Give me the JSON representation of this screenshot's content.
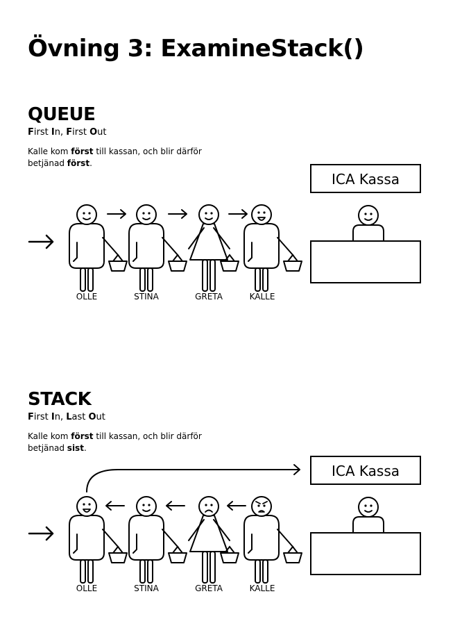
{
  "title": "Övning 3: ExamineStack()",
  "queue": {
    "heading": "QUEUE",
    "subtitle": {
      "w1": "F",
      "w1rest": "irst ",
      "w2": "I",
      "w2rest": "n, ",
      "w3": "F",
      "w3rest": "irst ",
      "w4": "O",
      "w4rest": "ut"
    },
    "desc": {
      "t1": "Kalle kom ",
      "b1": "först",
      "t2": " till kassan, och blir därför betjänad ",
      "b2": "först",
      "t3": "."
    },
    "kassa_label": "ICA Kassa",
    "people": [
      "OLLE",
      "STINA",
      "GRETA",
      "KALLE"
    ]
  },
  "stack": {
    "heading": "STACK",
    "subtitle": {
      "w1": "F",
      "w1rest": "irst ",
      "w2": "I",
      "w2rest": "n, ",
      "w3": "L",
      "w3rest": "ast ",
      "w4": "O",
      "w4rest": "ut"
    },
    "desc": {
      "t1": "Kalle kom ",
      "b1": "först",
      "t2": " till kassan, och blir därför betjänad ",
      "b2": "sist",
      "t3": "."
    },
    "kassa_label": "ICA Kassa",
    "people": [
      "OLLE",
      "STINA",
      "GRETA",
      "KALLE"
    ]
  }
}
